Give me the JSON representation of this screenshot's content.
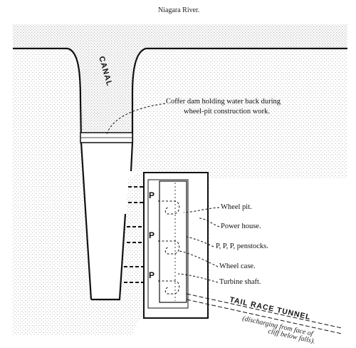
{
  "labels": {
    "river": "Niagara River.",
    "canal": "CANAL",
    "coffer_dam_line1": "Coffer dam holding water back during",
    "coffer_dam_line2": "wheel-pit construction work.",
    "wheel_pit": "Wheel pit.",
    "power_house": "Power house.",
    "penstocks": "P, P, P, penstocks.",
    "wheel_case": "Wheel case.",
    "turbine_shaft": "Turbine shaft.",
    "tail_race_tunnel": "TAIL RACE TUNNEL",
    "discharge_line1": "(discharging from face of",
    "discharge_line2": "cliff below falls)."
  },
  "penstock_labels": [
    "P",
    "P",
    "P"
  ],
  "colors": {
    "ink": "#111111",
    "water_stipple": "#9a9a9a",
    "ground_stipple": "#b5b5b5",
    "background": "#ffffff"
  }
}
